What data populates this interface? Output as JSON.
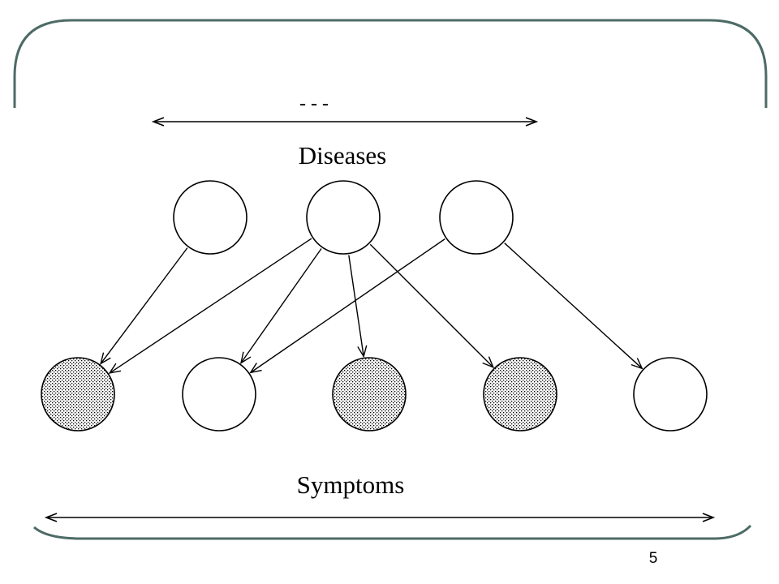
{
  "slide": {
    "page_number": "5",
    "colors": {
      "frame": "#4d6b66",
      "ink": "#000000",
      "stipple_light": "#ffffff",
      "stipple_dark": "#000000"
    }
  },
  "diagram": {
    "top_ellipsis": "- - -",
    "diseases_label": "Diseases",
    "symptoms_label": "Symptoms",
    "disease_nodes": [
      {
        "id": "d1",
        "observed": false
      },
      {
        "id": "d2",
        "observed": false
      },
      {
        "id": "d3",
        "observed": false
      }
    ],
    "symptom_nodes": [
      {
        "id": "s1",
        "observed": true
      },
      {
        "id": "s2",
        "observed": false
      },
      {
        "id": "s3",
        "observed": true
      },
      {
        "id": "s4",
        "observed": true
      },
      {
        "id": "s5",
        "observed": false
      }
    ],
    "edges": [
      {
        "from": "d1",
        "to": "s1"
      },
      {
        "from": "d2",
        "to": "s1"
      },
      {
        "from": "d2",
        "to": "s2"
      },
      {
        "from": "d2",
        "to": "s3"
      },
      {
        "from": "d2",
        "to": "s4"
      },
      {
        "from": "d3",
        "to": "s2"
      },
      {
        "from": "d3",
        "to": "s5"
      }
    ]
  }
}
